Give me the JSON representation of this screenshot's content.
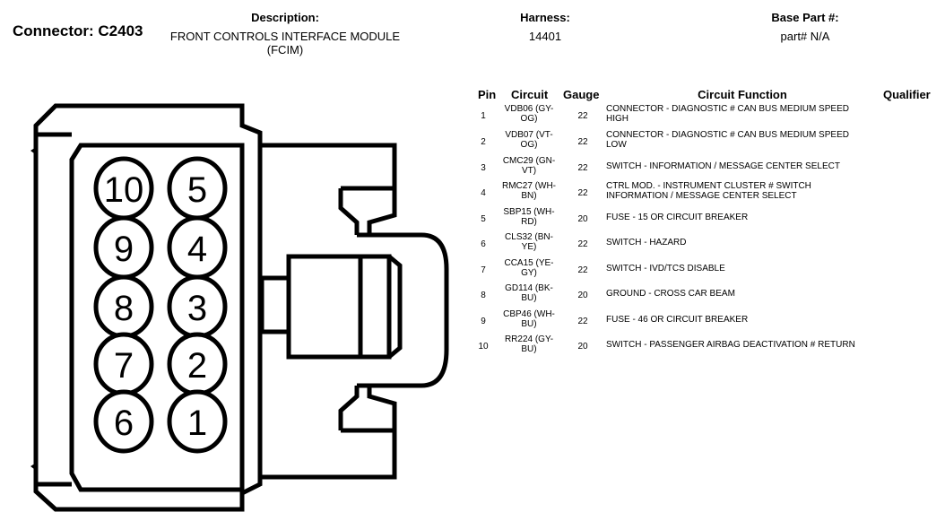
{
  "header": {
    "connector_label": "Connector: C2403",
    "description_label": "Description:",
    "description_value_line1": "FRONT CONTROLS INTERFACE MODULE",
    "description_value_line2": "(FCIM)",
    "harness_label": "Harness:",
    "harness_value": "14401",
    "base_part_label": "Base Part #:",
    "base_part_value": "part# N/A"
  },
  "table": {
    "columns": {
      "pin": "Pin",
      "circuit": "Circuit",
      "gauge": "Gauge",
      "function": "Circuit Function",
      "qualifier": "Qualifier"
    },
    "rows": [
      {
        "pin": "1",
        "circuit_l1": "VDB06 (GY-",
        "circuit_l2": "OG)",
        "gauge": "22",
        "function_l1": "CONNECTOR - DIAGNOSTIC # CAN BUS MEDIUM SPEED",
        "function_l2": "HIGH"
      },
      {
        "pin": "2",
        "circuit_l1": "VDB07 (VT-",
        "circuit_l2": "OG)",
        "gauge": "22",
        "function_l1": "CONNECTOR - DIAGNOSTIC # CAN BUS MEDIUM SPEED",
        "function_l2": "LOW"
      },
      {
        "pin": "3",
        "circuit_l1": "CMC29 (GN-",
        "circuit_l2": "VT)",
        "gauge": "22",
        "function_l1": "SWITCH - INFORMATION / MESSAGE CENTER SELECT",
        "function_l2": ""
      },
      {
        "pin": "4",
        "circuit_l1": "RMC27 (WH-",
        "circuit_l2": "BN)",
        "gauge": "22",
        "function_l1": "CTRL MOD. - INSTRUMENT CLUSTER # SWITCH",
        "function_l2": "INFORMATION / MESSAGE CENTER SELECT"
      },
      {
        "pin": "5",
        "circuit_l1": "SBP15 (WH-",
        "circuit_l2": "RD)",
        "gauge": "20",
        "function_l1": "FUSE - 15 OR CIRCUIT BREAKER",
        "function_l2": ""
      },
      {
        "pin": "6",
        "circuit_l1": "CLS32 (BN-",
        "circuit_l2": "YE)",
        "gauge": "22",
        "function_l1": "SWITCH - HAZARD",
        "function_l2": ""
      },
      {
        "pin": "7",
        "circuit_l1": "CCA15 (YE-",
        "circuit_l2": "GY)",
        "gauge": "22",
        "function_l1": "SWITCH - IVD/TCS DISABLE",
        "function_l2": ""
      },
      {
        "pin": "8",
        "circuit_l1": "GD114 (BK-",
        "circuit_l2": "BU)",
        "gauge": "20",
        "function_l1": "GROUND - CROSS CAR BEAM",
        "function_l2": ""
      },
      {
        "pin": "9",
        "circuit_l1": "CBP46 (WH-",
        "circuit_l2": "BU)",
        "gauge": "22",
        "function_l1": "FUSE - 46 OR CIRCUIT BREAKER",
        "function_l2": ""
      },
      {
        "pin": "10",
        "circuit_l1": "RR224 (GY-",
        "circuit_l2": "BU)",
        "gauge": "20",
        "function_l1": "SWITCH - PASSENGER AIRBAG DEACTIVATION # RETURN",
        "function_l2": ""
      }
    ]
  },
  "diagram": {
    "pins": {
      "p10": "10",
      "p9": "9",
      "p8": "8",
      "p7": "7",
      "p6": "6",
      "p5": "5",
      "p4": "4",
      "p3": "3",
      "p2": "2",
      "p1": "1"
    }
  }
}
